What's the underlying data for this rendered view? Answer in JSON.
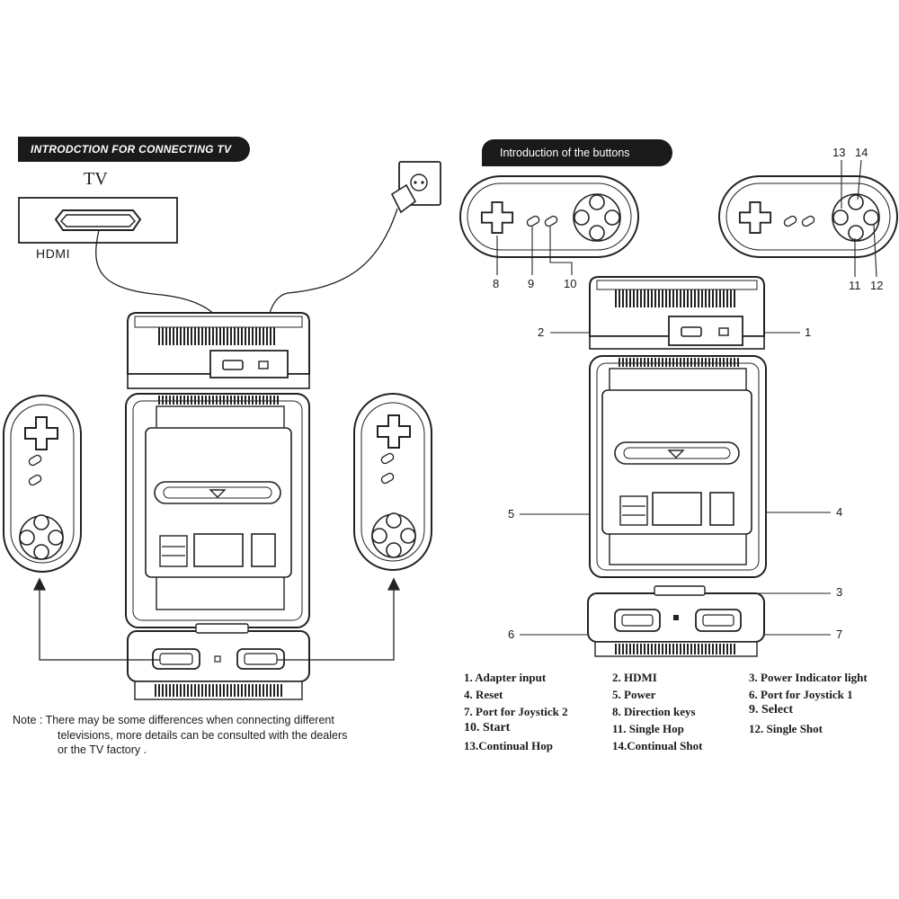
{
  "left_panel": {
    "banner": "INTRODCTION FOR CONNECTING TV",
    "tv_label": "TV",
    "hdmi_label": "HDMI"
  },
  "right_panel": {
    "banner": "Introduction of the buttons",
    "callouts": [
      "1",
      "2",
      "3",
      "4",
      "5",
      "6",
      "7",
      "8",
      "9",
      "10",
      "11",
      "12",
      "13",
      "14"
    ]
  },
  "legend": [
    [
      "1. Adapter input",
      "2. HDMI",
      "3. Power Indicator light"
    ],
    [
      "4. Reset",
      "5. Power",
      "6. Port for Joystick 1"
    ],
    [
      "7. Port for Joystick 2",
      "8. Direction keys",
      "9. Select"
    ],
    [
      "10. Start",
      "11. Single Hop",
      "12. Single Shot"
    ],
    [
      "13.Continual Hop",
      "14.Continual Shot",
      ""
    ]
  ],
  "note": {
    "line1": "Note :  There may be some differences when connecting different",
    "line2": "televisions, more details can be consulted with the dealers",
    "line3": "or the TV factory ."
  },
  "colors": {
    "ink": "#1a1a1a",
    "banner_bg": "#1a1a1a",
    "paper": "#ffffff"
  }
}
